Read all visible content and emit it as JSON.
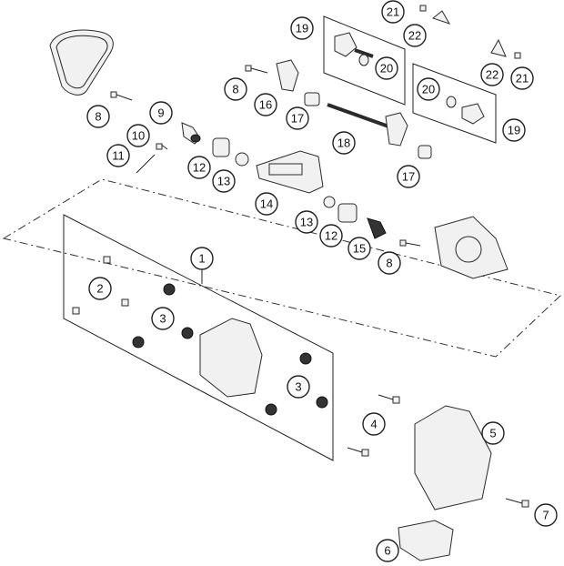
{
  "diagram": {
    "callouts": [
      {
        "id": "c8a",
        "label": "8"
      },
      {
        "id": "c9",
        "label": "9"
      },
      {
        "id": "c10",
        "label": "10"
      },
      {
        "id": "c11",
        "label": "11"
      },
      {
        "id": "c12a",
        "label": "12"
      },
      {
        "id": "c13a",
        "label": "13"
      },
      {
        "id": "c8b",
        "label": "8"
      },
      {
        "id": "c16",
        "label": "16"
      },
      {
        "id": "c17a",
        "label": "17"
      },
      {
        "id": "c18",
        "label": "18"
      },
      {
        "id": "c17b",
        "label": "17"
      },
      {
        "id": "c14",
        "label": "14"
      },
      {
        "id": "c13b",
        "label": "13"
      },
      {
        "id": "c12b",
        "label": "12"
      },
      {
        "id": "c15",
        "label": "15"
      },
      {
        "id": "c8c",
        "label": "8"
      },
      {
        "id": "c19a",
        "label": "19"
      },
      {
        "id": "c20a",
        "label": "20"
      },
      {
        "id": "c21a",
        "label": "21"
      },
      {
        "id": "c22a",
        "label": "22"
      },
      {
        "id": "c22b",
        "label": "22"
      },
      {
        "id": "c21b",
        "label": "21"
      },
      {
        "id": "c20b",
        "label": "20"
      },
      {
        "id": "c19b",
        "label": "19"
      },
      {
        "id": "c1",
        "label": "1"
      },
      {
        "id": "c2",
        "label": "2"
      },
      {
        "id": "c3a",
        "label": "3"
      },
      {
        "id": "c3b",
        "label": "3"
      },
      {
        "id": "c4",
        "label": "4"
      },
      {
        "id": "c5",
        "label": "5"
      },
      {
        "id": "c7",
        "label": "7"
      },
      {
        "id": "c6",
        "label": "6"
      }
    ]
  }
}
